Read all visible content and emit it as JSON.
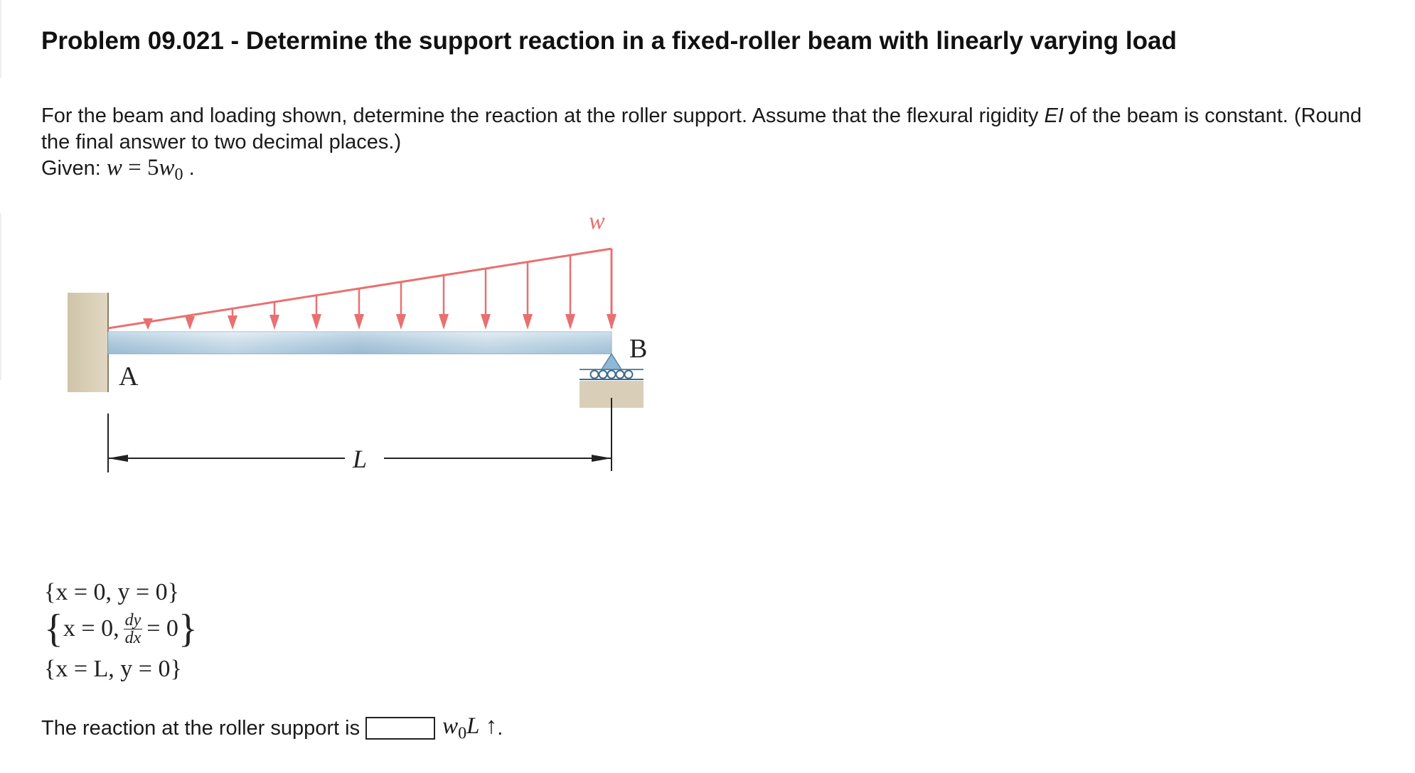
{
  "problem": {
    "title": "Problem 09.021 - Determine the support reaction in a fixed-roller beam with linearly varying load",
    "text_before_ei": "For the beam and loading shown, determine the reaction at the roller support. Assume that the flexural rigidity ",
    "ei": "EI",
    "text_after_ei": " of the beam is constant. (Round the final answer to two decimal places.)",
    "given_label": "Given: ",
    "given_w": "w",
    "given_eq": " = 5",
    "given_w0": "w",
    "given_sub": "0",
    "given_end": " ."
  },
  "figure": {
    "load_label": "w",
    "support_a_label": "A",
    "support_b_label": "B",
    "span_label": "L",
    "colors": {
      "load": "#e87070",
      "beam": "#b8d3e6",
      "wall": "#d6ccb4",
      "ground": "#d9cfb8"
    }
  },
  "conditions": {
    "c1": "{x = 0, y = 0}",
    "c2_left": "x = 0,",
    "c2_num": "dy",
    "c2_den": "dx",
    "c2_right": "= 0",
    "c3": "{x = L,  y = 0}"
  },
  "answer": {
    "prefix": "The reaction at the roller support is",
    "input_value": "",
    "unit_w": "w",
    "unit_sub": "0",
    "unit_L": "L",
    "unit_arrow": "↑",
    "suffix": " ."
  }
}
